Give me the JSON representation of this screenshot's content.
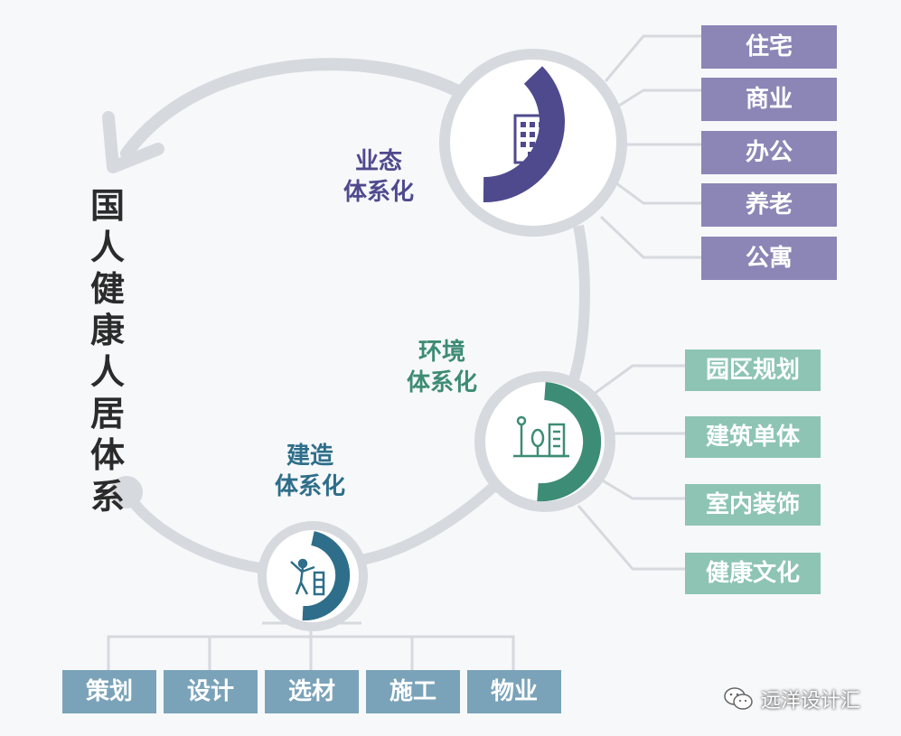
{
  "main_title": [
    "国",
    "人",
    "健",
    "康",
    "人",
    "居",
    "体",
    "系"
  ],
  "nodes": {
    "business": {
      "title": [
        "业态",
        "体系化"
      ],
      "icon": "building-icon",
      "color": "#4f4a8e",
      "tags": [
        "住宅",
        "商业",
        "办公",
        "养老",
        "公寓"
      ]
    },
    "environment": {
      "title": [
        "环境",
        "体系化"
      ],
      "icon": "landscape-icon",
      "color": "#3d8c75",
      "tags": [
        "园区规划",
        "建筑单体",
        "室内装饰",
        "健康文化"
      ]
    },
    "construction": {
      "title": [
        "建造",
        "体系化"
      ],
      "icon": "construction-worker-icon",
      "color": "#2e6e8a",
      "tags": [
        "策划",
        "设计",
        "选材",
        "施工",
        "物业"
      ]
    }
  },
  "watermark": {
    "icon": "wechat-icon",
    "label": "远洋设计汇"
  }
}
